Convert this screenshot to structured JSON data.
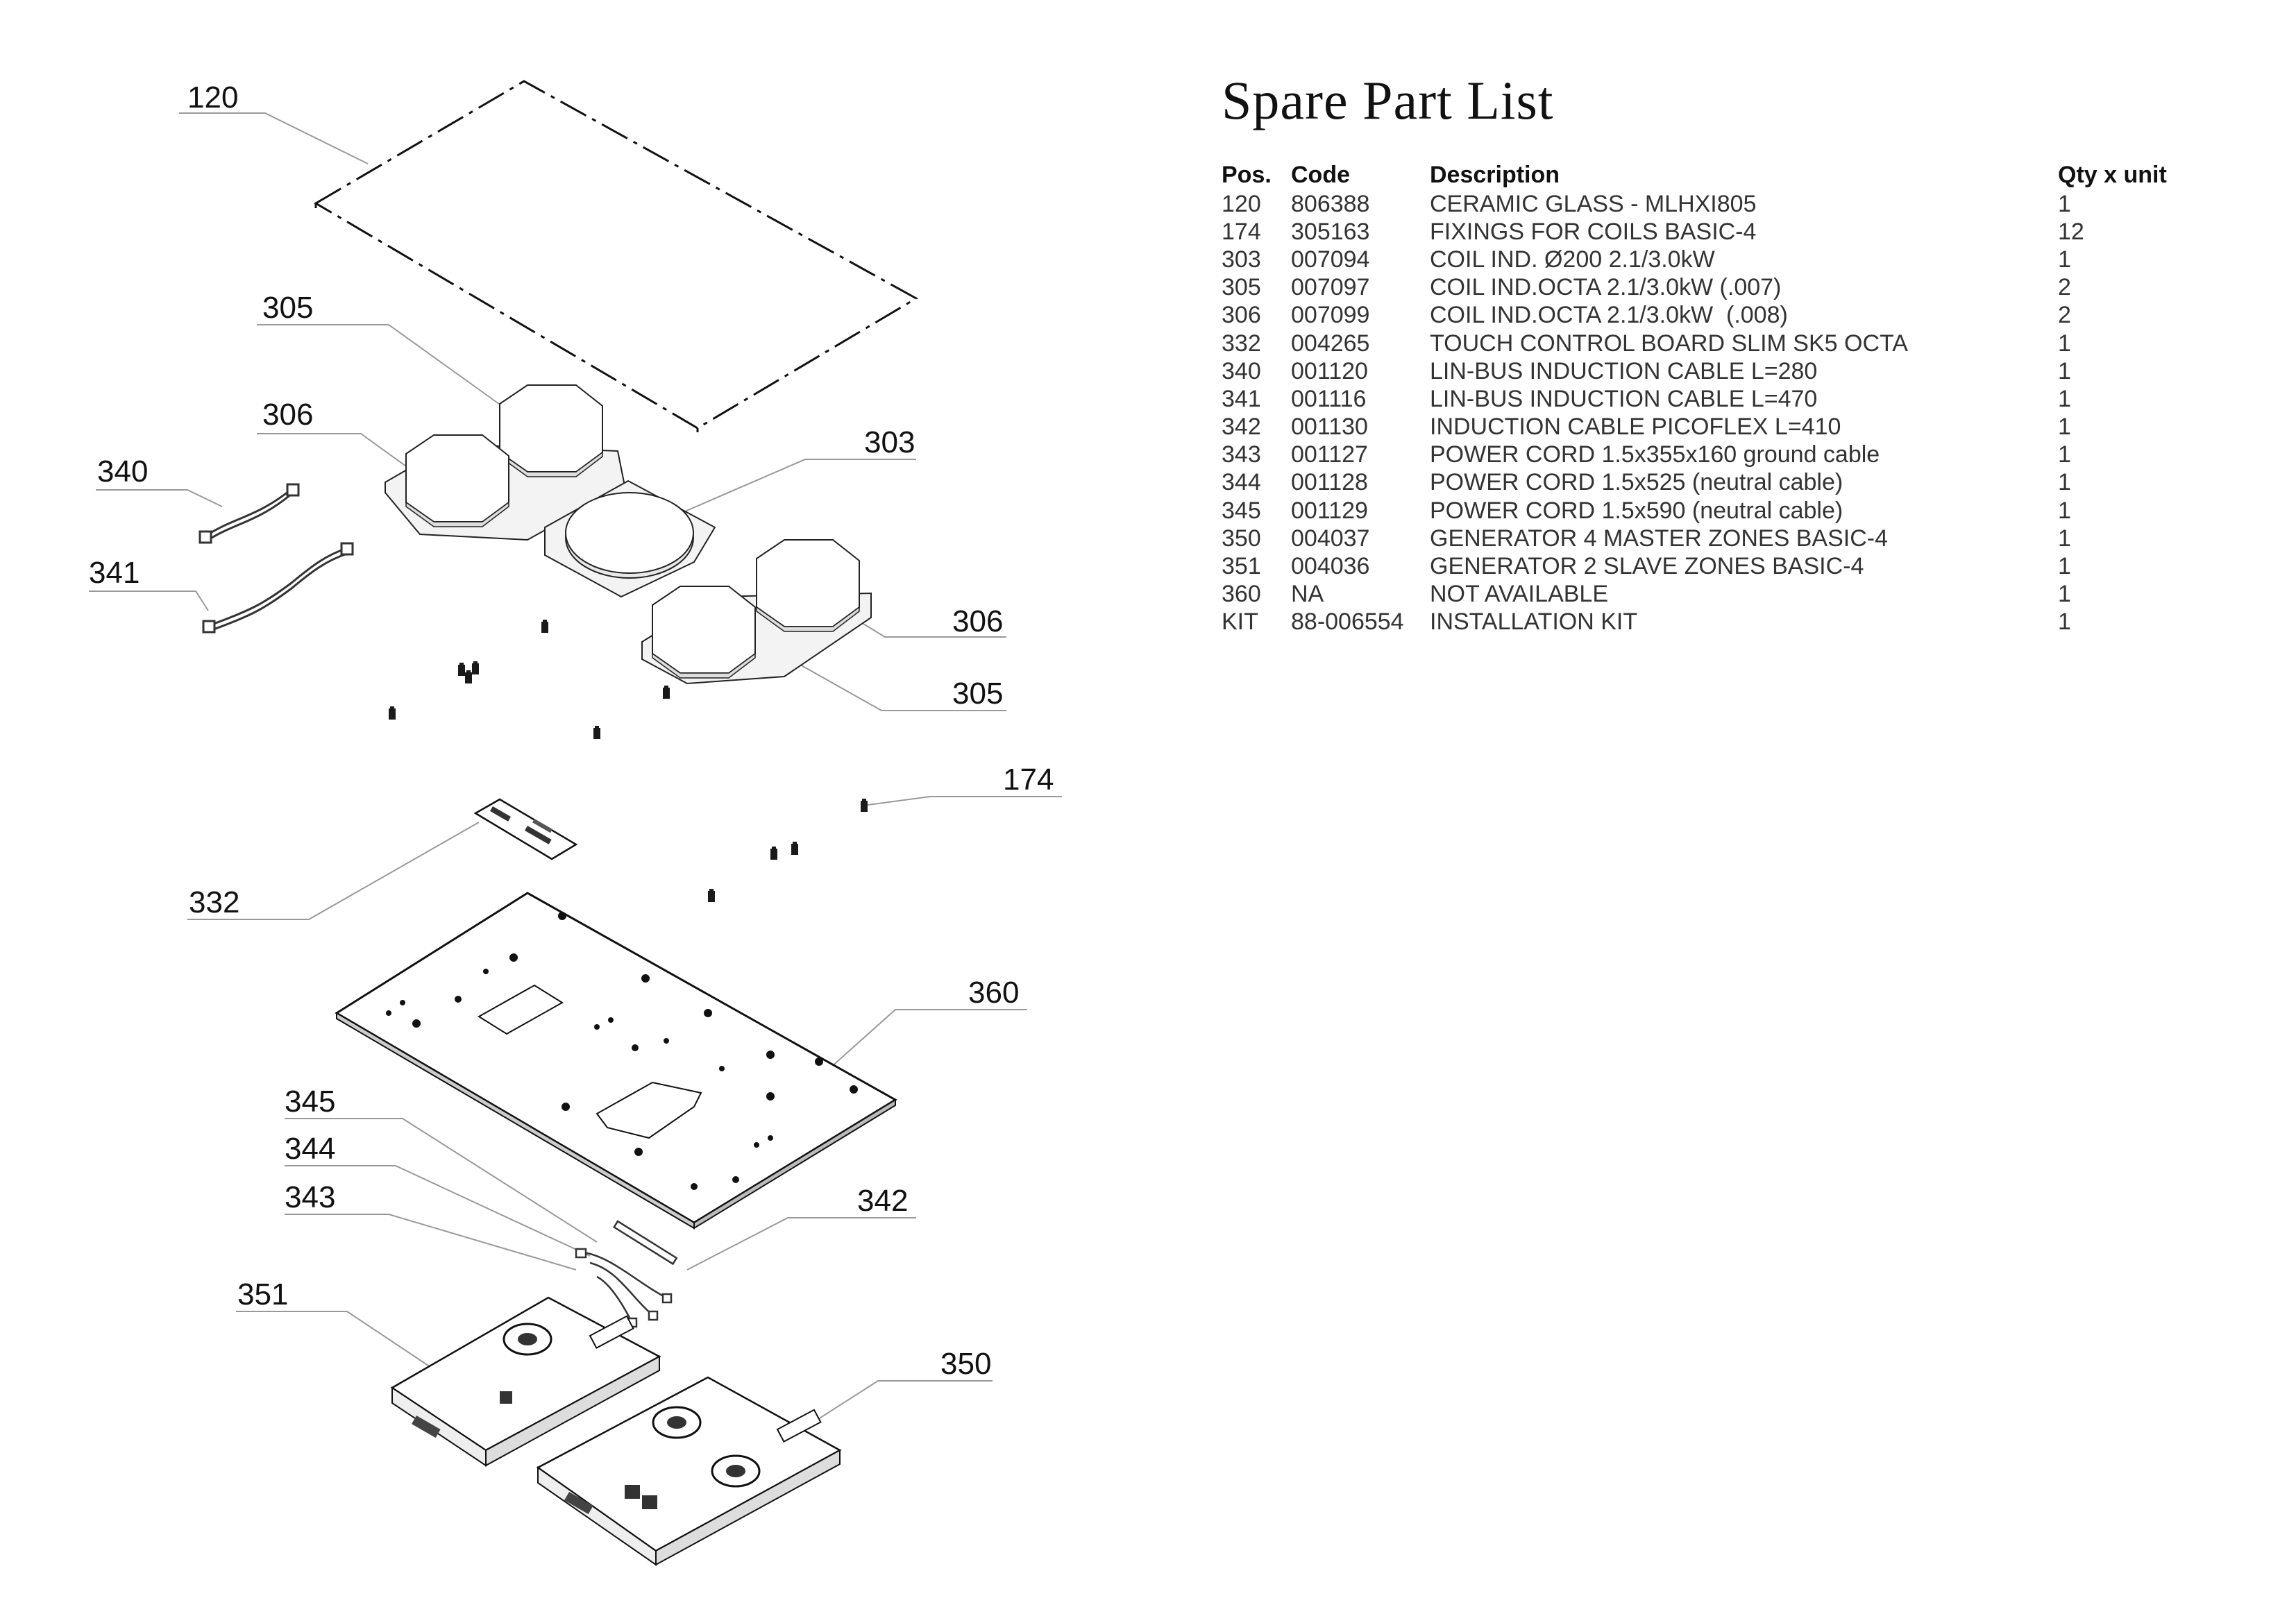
{
  "title": "Spare Part List",
  "columns": {
    "pos": "Pos.",
    "code": "Code",
    "description": "Description",
    "qty": "Qty x unit"
  },
  "parts": [
    {
      "pos": "120",
      "code": "806388",
      "description": "CERAMIC GLASS - MLHXI805",
      "qty": "1"
    },
    {
      "pos": "174",
      "code": "305163",
      "description": "FIXINGS FOR COILS BASIC-4",
      "qty": "12"
    },
    {
      "pos": "303",
      "code": "007094",
      "description": "COIL IND. Ø200 2.1/3.0kW",
      "qty": "1"
    },
    {
      "pos": "305",
      "code": "007097",
      "description": "COIL IND.OCTA 2.1/3.0kW (.007)",
      "qty": "2"
    },
    {
      "pos": "306",
      "code": "007099",
      "description": "COIL IND.OCTA 2.1/3.0kW  (.008)",
      "qty": "2"
    },
    {
      "pos": "332",
      "code": "004265",
      "description": "TOUCH CONTROL BOARD SLIM SK5 OCTA",
      "qty": "1"
    },
    {
      "pos": "340",
      "code": "001120",
      "description": "LIN-BUS INDUCTION CABLE L=280",
      "qty": "1"
    },
    {
      "pos": "341",
      "code": "001116",
      "description": "LIN-BUS INDUCTION CABLE L=470",
      "qty": "1"
    },
    {
      "pos": "342",
      "code": "001130",
      "description": "INDUCTION CABLE PICOFLEX L=410",
      "qty": "1"
    },
    {
      "pos": "343",
      "code": "001127",
      "description": "POWER CORD 1.5x355x160 ground cable",
      "qty": "1"
    },
    {
      "pos": "344",
      "code": "001128",
      "description": "POWER CORD 1.5x525 (neutral cable)",
      "qty": "1"
    },
    {
      "pos": "345",
      "code": "001129",
      "description": "POWER CORD 1.5x590 (neutral cable)",
      "qty": "1"
    },
    {
      "pos": "350",
      "code": "004037",
      "description": "GENERATOR 4 MASTER ZONES BASIC-4",
      "qty": "1"
    },
    {
      "pos": "351",
      "code": "004036",
      "description": "GENERATOR 2 SLAVE ZONES BASIC-4",
      "qty": "1"
    },
    {
      "pos": "360",
      "code": "NA",
      "description": "NOT AVAILABLE",
      "qty": "1"
    },
    {
      "pos": "KIT",
      "code": "88-006554",
      "description": "INSTALLATION KIT",
      "qty": "1"
    }
  ],
  "diagram": {
    "labels": {
      "glass": "120",
      "coil_octa_left_a": "305",
      "coil_octa_left_b": "306",
      "cable_340": "340",
      "cable_341": "341",
      "coil_round": "303",
      "coil_octa_right_b": "306",
      "coil_octa_right_a": "305",
      "fixings": "174",
      "touch_board": "332",
      "base_plate": "360",
      "cord_345": "345",
      "cord_344": "344",
      "cord_343": "343",
      "cable_342": "342",
      "generator_slave": "351",
      "generator_master": "350"
    }
  }
}
